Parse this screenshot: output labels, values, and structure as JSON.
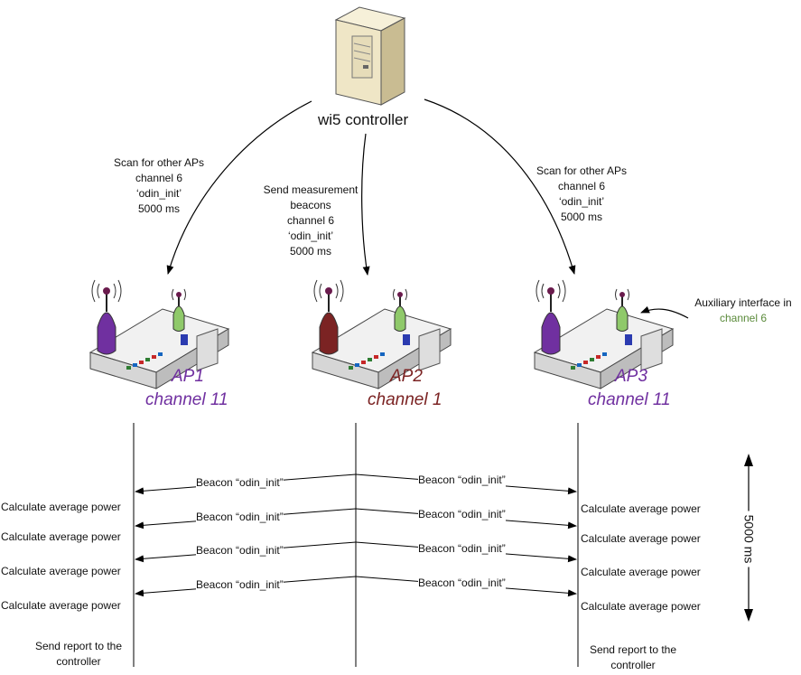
{
  "controller": {
    "label": "wi5 controller"
  },
  "scan_left": [
    "Scan for other APs",
    "channel 6",
    "‘odin_init’",
    "5000 ms"
  ],
  "send_center": [
    "Send measurement",
    "beacons",
    "channel 6",
    "‘odin_init’",
    "5000 ms"
  ],
  "scan_right": [
    "Scan for other APs",
    "channel 6",
    "‘odin_init’",
    "5000 ms"
  ],
  "aux": {
    "line1": "Auxiliary interface in",
    "line2": "channel 6"
  },
  "aps": [
    {
      "name": "AP1",
      "channel": "channel 11",
      "color": "#7030a0"
    },
    {
      "name": "AP2",
      "channel": "channel 1",
      "color": "#7b2323"
    },
    {
      "name": "AP3",
      "channel": "channel 11",
      "color": "#7030a0"
    }
  ],
  "beacon_label": "Beacon “odin_init”",
  "calc_label": "Calculate average power",
  "report_left": [
    "Send report to the",
    "controller"
  ],
  "report_right": [
    "Send report to the",
    "controller"
  ],
  "duration": "5000 ms",
  "colors": {
    "aux_green": "#5a8a3a",
    "antenna_green": "#8fc96a",
    "body_gray": "#e2e2e2"
  }
}
